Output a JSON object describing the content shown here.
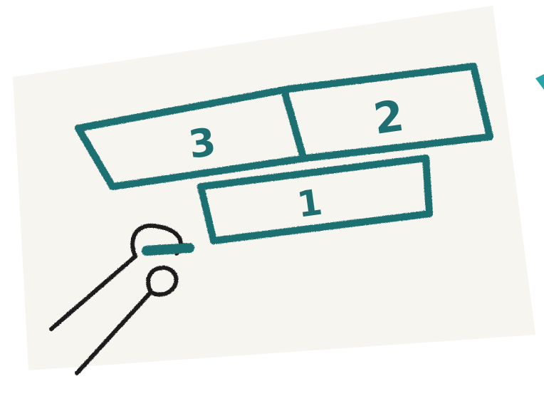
{
  "boxes": [
    {
      "id": "box-3",
      "label": "3"
    },
    {
      "id": "box-2",
      "label": "2"
    },
    {
      "id": "box-1",
      "label": "1"
    }
  ],
  "colors": {
    "paper": "#f6f4ee",
    "crayon_teal": "#1f6f72",
    "crayon_dark": "#1b1b1b",
    "corner_mark": "#2aa3a8"
  },
  "icons": [
    "hand-pushing-icon",
    "corner-mark"
  ]
}
